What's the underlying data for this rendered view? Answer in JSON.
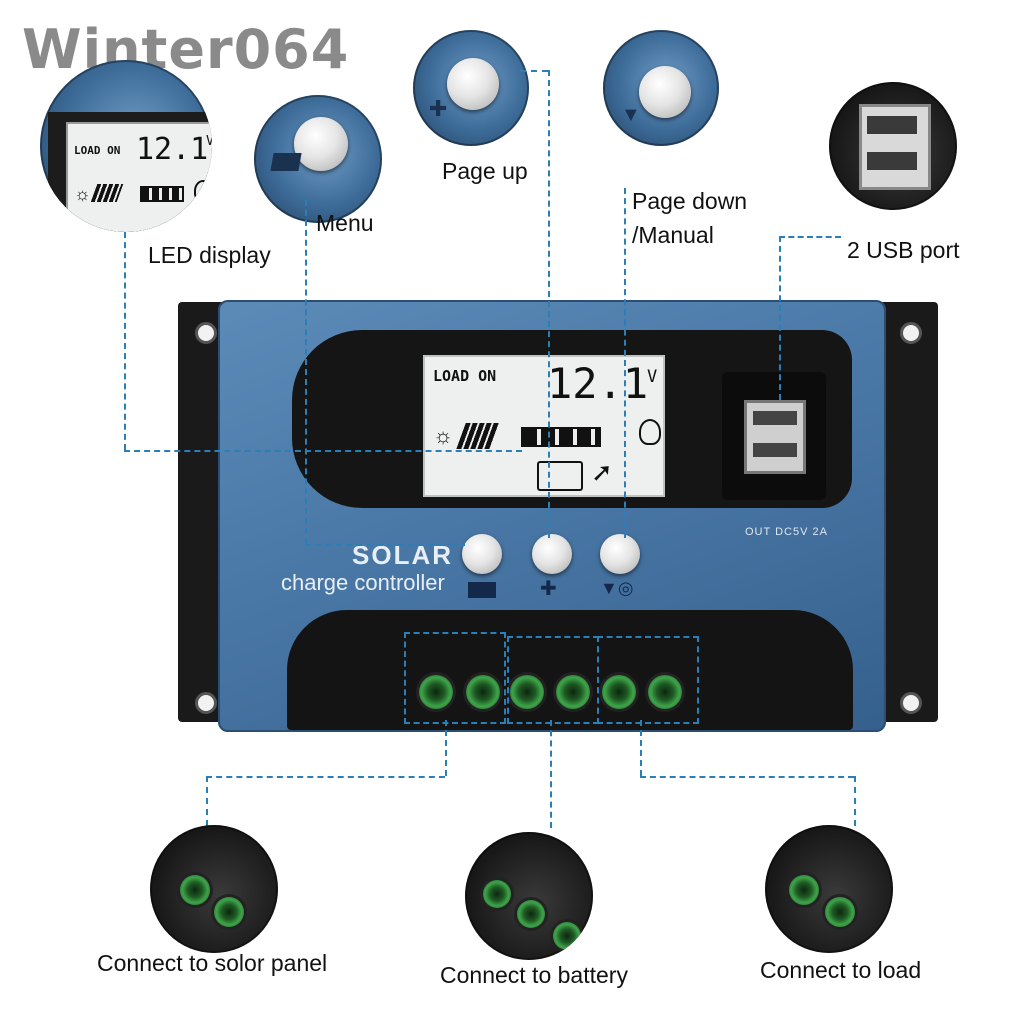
{
  "watermark": "Winter064",
  "callouts": {
    "led_display": "LED display",
    "menu": "Menu",
    "page_up": "Page up",
    "page_down_line1": "Page down",
    "page_down_line2": "/Manual",
    "usb": "2 USB port",
    "solar_panel": "Connect to solor panel",
    "battery": "Connect to battery",
    "load": "Connect to load"
  },
  "controller": {
    "brand": "SOLAR",
    "subtitle": "charge controller",
    "usb_output": "OUT DC5V 2A"
  },
  "lcd": {
    "status": "LOAD ON",
    "reading": "12.1",
    "unit": "V"
  },
  "button_icons": {
    "menu": "menu-icon",
    "up": "plus-arrow-icon",
    "down": "down-arrow-bulb-icon"
  },
  "colors": {
    "case_blue": "#4f7fae",
    "leader_line": "#2a7fb8",
    "terminal_green": "#3ea44a"
  }
}
